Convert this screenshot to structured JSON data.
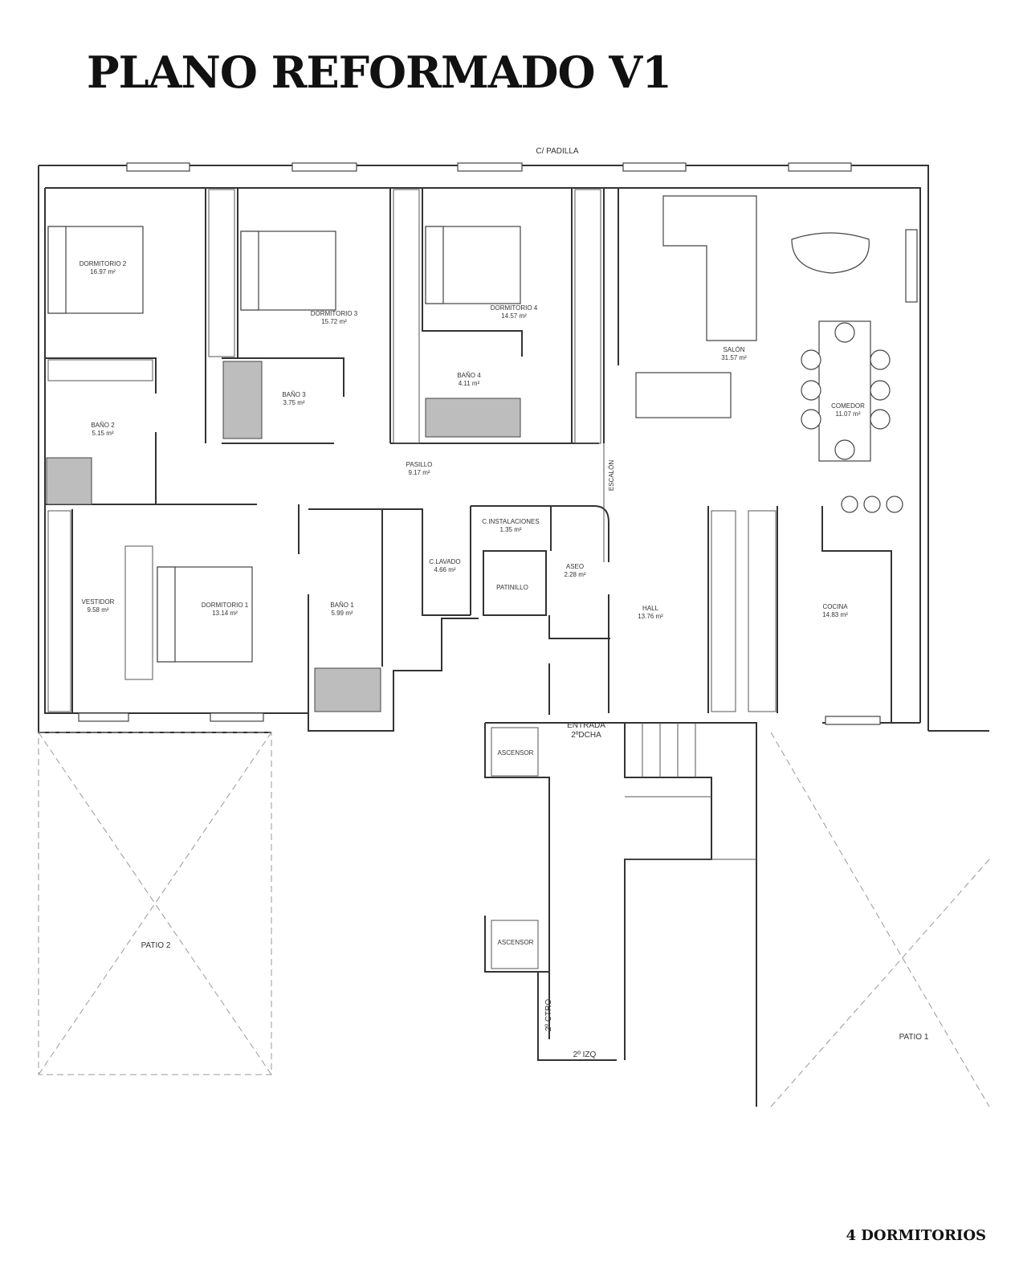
{
  "title": "PLANO REFORMADO V1",
  "footer": "4 DORMITORIOS",
  "street": "C/ PADILLA",
  "rooms": {
    "dormitorio2": {
      "name": "DORMITORIO 2",
      "area": "16.97 m²"
    },
    "dormitorio3": {
      "name": "DORMITORIO 3",
      "area": "15.72 m²"
    },
    "dormitorio4": {
      "name": "DORMITORIO 4",
      "area": "14.57 m²"
    },
    "salon": {
      "name": "SALÓN",
      "area": "31.57 m²"
    },
    "comedor": {
      "name": "COMEDOR",
      "area": "11.07 m²"
    },
    "bano2": {
      "name": "BAÑO 2",
      "area": "5.15 m²"
    },
    "bano3": {
      "name": "BAÑO 3",
      "area": "3.75 m²"
    },
    "bano4": {
      "name": "BAÑO 4",
      "area": "4.11 m²"
    },
    "pasillo": {
      "name": "PASILLO",
      "area": "9.17 m²"
    },
    "vestidor": {
      "name": "VESTIDOR",
      "area": "9.58 m²"
    },
    "dormitorio1": {
      "name": "DORMITORIO 1",
      "area": "13.14 m²"
    },
    "bano1": {
      "name": "BAÑO 1",
      "area": "5.99 m²"
    },
    "clavado": {
      "name": "C.LAVADO",
      "area": "4.66 m²"
    },
    "cinstalaciones": {
      "name": "C.INSTALACIONES",
      "area": "1.35 m²"
    },
    "aseo": {
      "name": "ASEO",
      "area": "2.28 m²"
    },
    "hall": {
      "name": "HALL",
      "area": "13.76 m²"
    },
    "cocina": {
      "name": "COCINA",
      "area": "14.83 m²"
    }
  },
  "labels": {
    "escalon": "ESCALÓN",
    "patinillo": "PATINILLO",
    "entrada": "ENTRADA",
    "entrada_sub": "2ºDCHA",
    "ascensor_1": "ASCENSOR",
    "ascensor_2": "ASCENSOR",
    "ctro": "2º CTRO",
    "izq": "2º IZQ",
    "patio1": "PATIO 1",
    "patio2": "PATIO 2"
  }
}
